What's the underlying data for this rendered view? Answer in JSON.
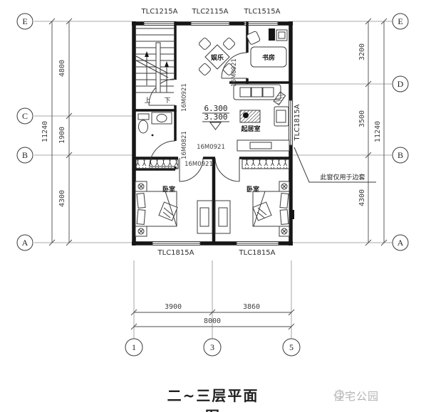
{
  "title": "二~三层平面图",
  "watermark": "住宅公园",
  "grid_bubbles": {
    "left": [
      "E",
      "C",
      "B",
      "A"
    ],
    "right": [
      "E",
      "D",
      "B",
      "A"
    ],
    "bottom": [
      "1",
      "3",
      "5"
    ]
  },
  "dimensions": {
    "left": {
      "segments": [
        "4800",
        "1900",
        "4300"
      ],
      "total": "11240"
    },
    "right": {
      "segments": [
        "3200",
        "3500",
        "4300"
      ],
      "total": "11240"
    },
    "bottom": {
      "segments": [
        "3900",
        "3860"
      ],
      "total": "8000"
    }
  },
  "window_labels": {
    "top": [
      "TLC1215A",
      "TLC2115A",
      "TLC1515A"
    ],
    "bottom": [
      "TLC1815A",
      "TLC1815A"
    ],
    "right": "TLC1815A"
  },
  "door_labels": {
    "stair": "16M0921",
    "bathroom": "16M0821",
    "study": "16M0921",
    "bedroom_left": "16M0921",
    "bedroom_right": "16M0921"
  },
  "room_labels": {
    "dining": "娱乐",
    "study": "书房",
    "living": "起居室",
    "bedroom_left": "卧室",
    "bedroom_right": "卧室"
  },
  "level_marks": {
    "upper": "6.300",
    "lower": "3.300"
  },
  "stair_labels": {
    "up": "上",
    "down": "下"
  },
  "annotation": {
    "side_window_note": "此窗仅用于边套"
  }
}
